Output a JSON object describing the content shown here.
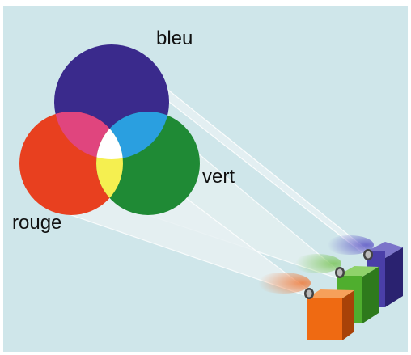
{
  "labels": {
    "blue": "bleu",
    "green": "vert",
    "red": "rouge"
  },
  "colors": {
    "background": "#cfe6ea",
    "red": "#e8401f",
    "green": "#1f8a35",
    "blue": "#3a2a8c",
    "magenta": "#e0457e",
    "cyan": "#2a9fe0",
    "yellow": "#f5ef50",
    "white": "#ffffff",
    "projector_red": "#ef6a12",
    "projector_green": "#4fae2e",
    "projector_blue": "#4a3fa8"
  }
}
